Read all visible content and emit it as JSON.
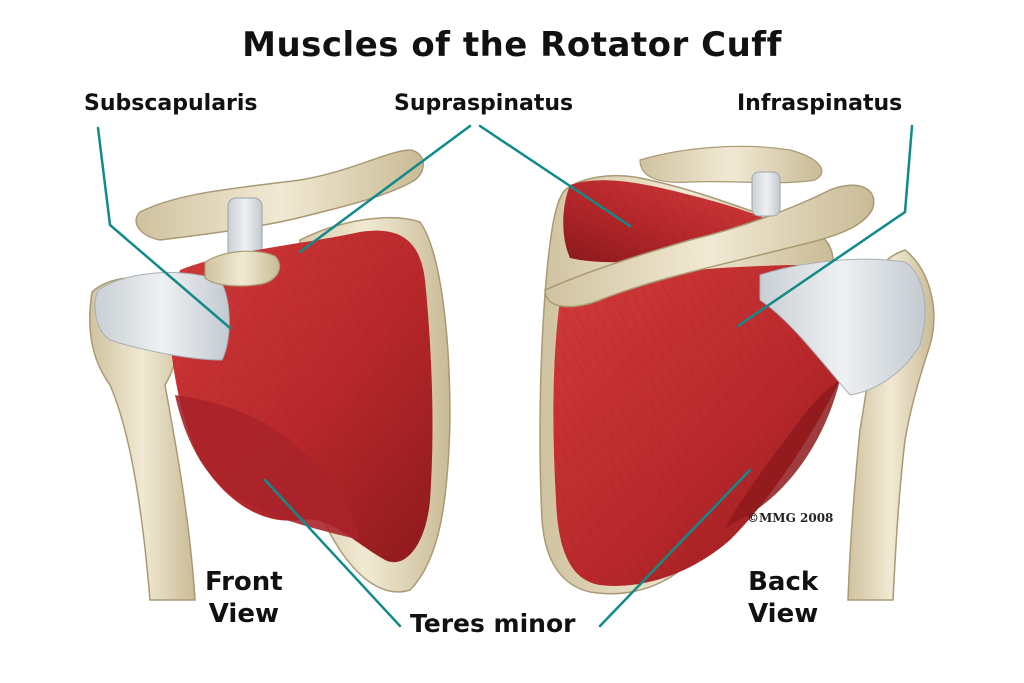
{
  "title": "Muscles of the Rotator Cuff",
  "labels": {
    "subscapularis": "Subscapularis",
    "supraspinatus": "Supraspinatus",
    "infraspinatus": "Infraspinatus",
    "teres_minor": "Teres minor"
  },
  "views": {
    "front_line1": "Front",
    "front_line2": "View",
    "back_line1": "Back",
    "back_line2": "View"
  },
  "copyright": "©MMG 2008",
  "colors": {
    "muscle": "#b8282b",
    "muscle_dark": "#8e1a1c",
    "bone": "#e6dcc2",
    "tendon": "#d9dde0",
    "leader_line": "#128a8a",
    "text": "#111111"
  }
}
